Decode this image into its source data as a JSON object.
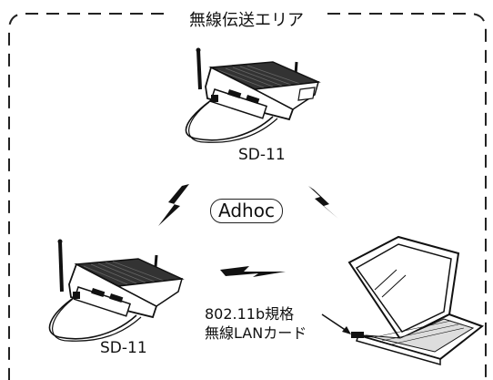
{
  "diagram": {
    "area_title": "無線伝送エリア",
    "mode_label": "Adhoc",
    "devices": [
      {
        "id": "top-unit",
        "label": "SD-11"
      },
      {
        "id": "left-unit",
        "label": "SD-11"
      }
    ],
    "laptop_callout": {
      "line1": "802.11b規格",
      "line2": "無線LANカード"
    }
  }
}
